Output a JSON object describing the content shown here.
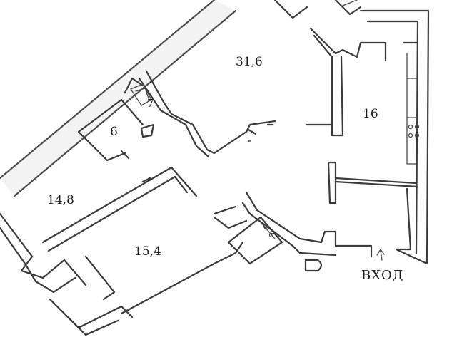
{
  "rooms": {
    "living": "31,6",
    "kitchen": "16",
    "bedroom_left": "14,8",
    "bedroom_bottom": "15,4",
    "storage": "6",
    "bathroom": "7"
  },
  "entry_label": "ВХОД",
  "colors": {
    "ink": "#3a3a3a",
    "background": "#ffffff"
  }
}
